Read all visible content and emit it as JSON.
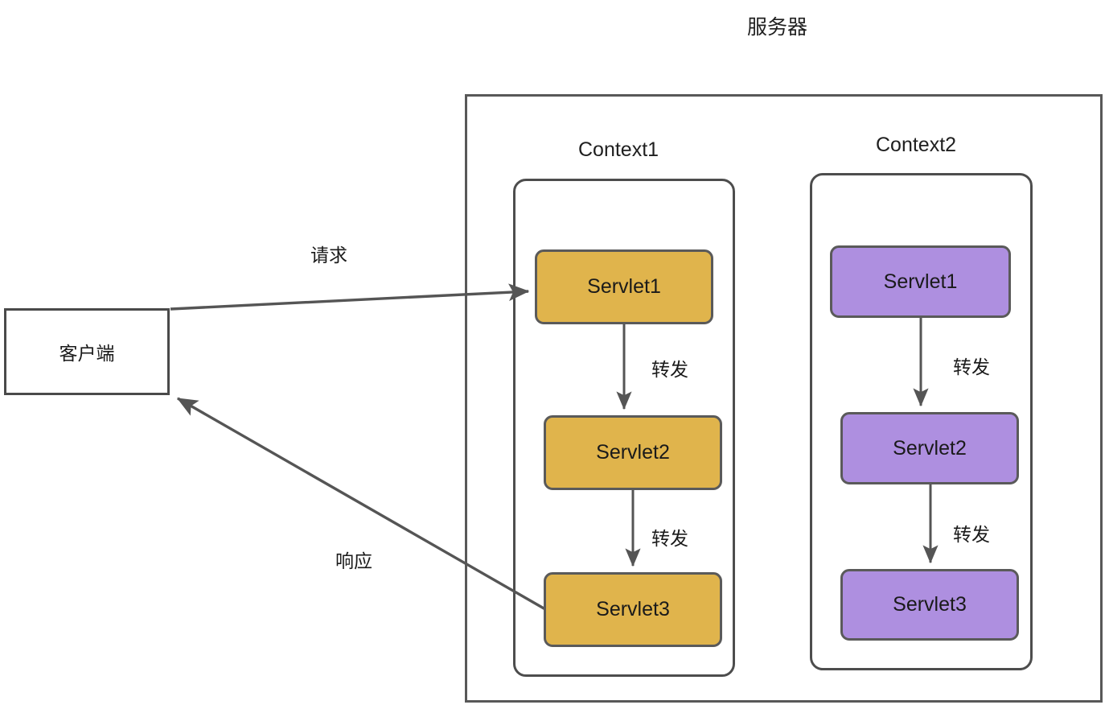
{
  "diagram": {
    "title": "服务器",
    "client": {
      "label": "客户端"
    },
    "contexts": [
      {
        "title": "Context1",
        "color": "#e0b44c",
        "servlets": [
          {
            "label": "Servlet1"
          },
          {
            "label": "Servlet2"
          },
          {
            "label": "Servlet3"
          }
        ],
        "forward_labels": [
          "转发",
          "转发"
        ]
      },
      {
        "title": "Context2",
        "color": "#ae8fe0",
        "servlets": [
          {
            "label": "Servlet1"
          },
          {
            "label": "Servlet2"
          },
          {
            "label": "Servlet3"
          }
        ],
        "forward_labels": [
          "转发",
          "转发"
        ]
      }
    ],
    "edges": {
      "request_label": "请求",
      "response_label": "响应"
    },
    "colors": {
      "amber_fill": "#e0b44c",
      "purple_fill": "#ae8fe0",
      "node_stroke": "#5a5a5a",
      "container_stroke": "#4d4d4d",
      "edge_stroke": "#555555",
      "text": "#1a1a1a",
      "background": "#ffffff"
    }
  }
}
